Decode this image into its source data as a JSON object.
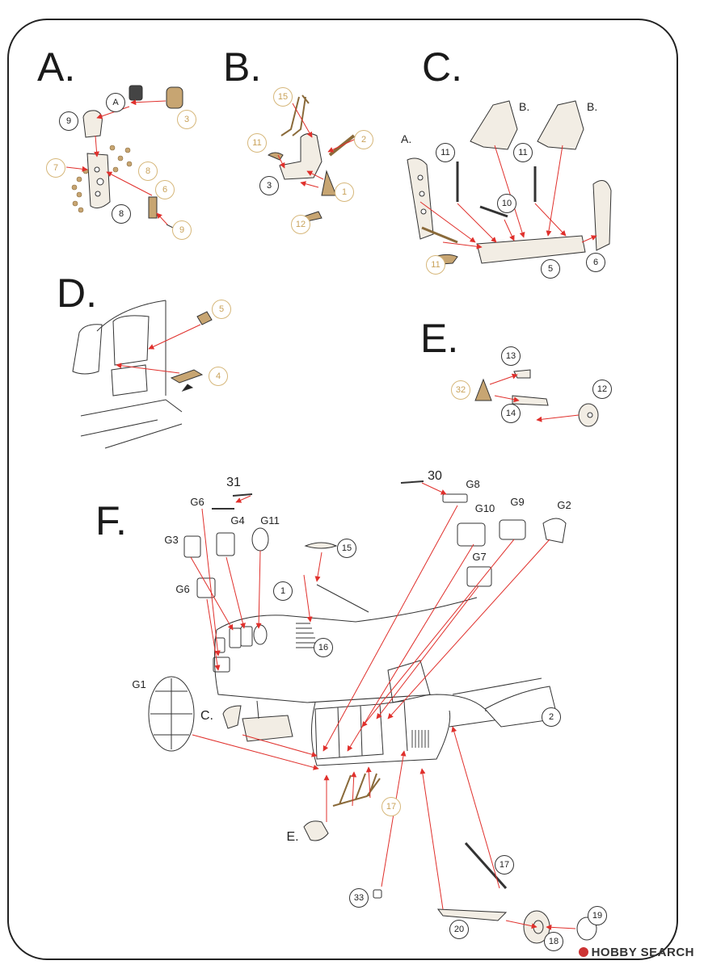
{
  "sections": {
    "a": "A.",
    "b": "B.",
    "c": "C.",
    "d": "D.",
    "e": "E.",
    "f": "F."
  },
  "section_a": {
    "callouts": [
      "A",
      "9",
      "3",
      "7",
      "8",
      "6",
      "8",
      "9"
    ]
  },
  "section_b": {
    "callouts": [
      "15",
      "2",
      "11",
      "3",
      "1",
      "12"
    ]
  },
  "section_c": {
    "sub_labels": [
      "A.",
      "B.",
      "B."
    ],
    "callouts": [
      "11",
      "11",
      "10",
      "11",
      "5",
      "6"
    ]
  },
  "section_d": {
    "callouts": [
      "5",
      "4"
    ]
  },
  "section_e": {
    "callouts": [
      "13",
      "32",
      "14",
      "12"
    ]
  },
  "section_f": {
    "part_labels": [
      "31",
      "30",
      "G6",
      "G4",
      "G11",
      "G3",
      "G8",
      "G10",
      "G9",
      "G2",
      "G7",
      "G6",
      "G1",
      "C.",
      "E."
    ],
    "callouts": [
      "15",
      "1",
      "16",
      "2",
      "17",
      "17",
      "33",
      "20",
      "18",
      "19"
    ]
  },
  "watermark": "HOBBY SEARCH",
  "colors": {
    "ink": "#1a1a1a",
    "arrow": "#e0302c",
    "photo_etch": "#c9a25a",
    "resin_fill": "#f2ede4"
  }
}
